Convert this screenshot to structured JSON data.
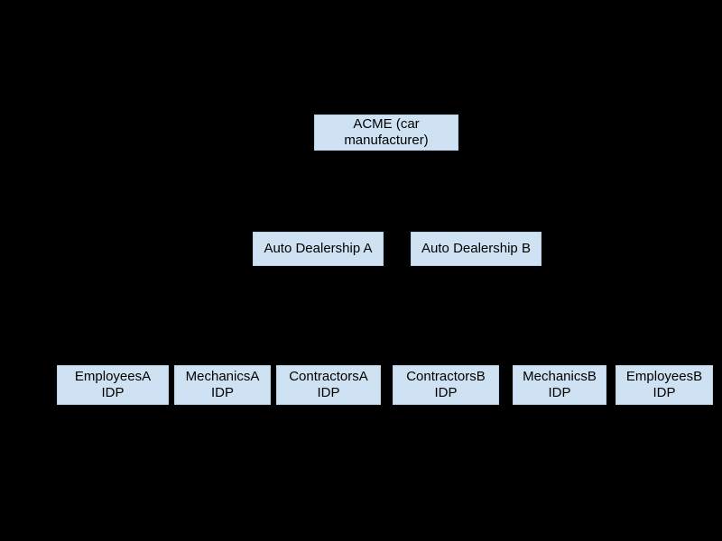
{
  "diagram": {
    "background_color": "#000000",
    "node_fill_color": "#cfe2f3",
    "node_text_color": "#000000",
    "nodes": [
      {
        "id": "acme",
        "label": "ACME (car\nmanufacturer)",
        "level": 1
      },
      {
        "id": "dealership-a",
        "label": "Auto Dealership A",
        "level": 2
      },
      {
        "id": "dealership-b",
        "label": "Auto Dealership B",
        "level": 2
      },
      {
        "id": "employees-a-idp",
        "label": "EmployeesA\nIDP",
        "level": 3
      },
      {
        "id": "mechanics-a-idp",
        "label": "MechanicsA\nIDP",
        "level": 3
      },
      {
        "id": "contractors-a-idp",
        "label": "ContractorsA\nIDP",
        "level": 3
      },
      {
        "id": "contractors-b-idp",
        "label": "ContractorsB\nIDP",
        "level": 3
      },
      {
        "id": "mechanics-b-idp",
        "label": "MechanicsB\nIDP",
        "level": 3
      },
      {
        "id": "employees-b-idp",
        "label": "EmployeesB\nIDP",
        "level": 3
      }
    ]
  }
}
